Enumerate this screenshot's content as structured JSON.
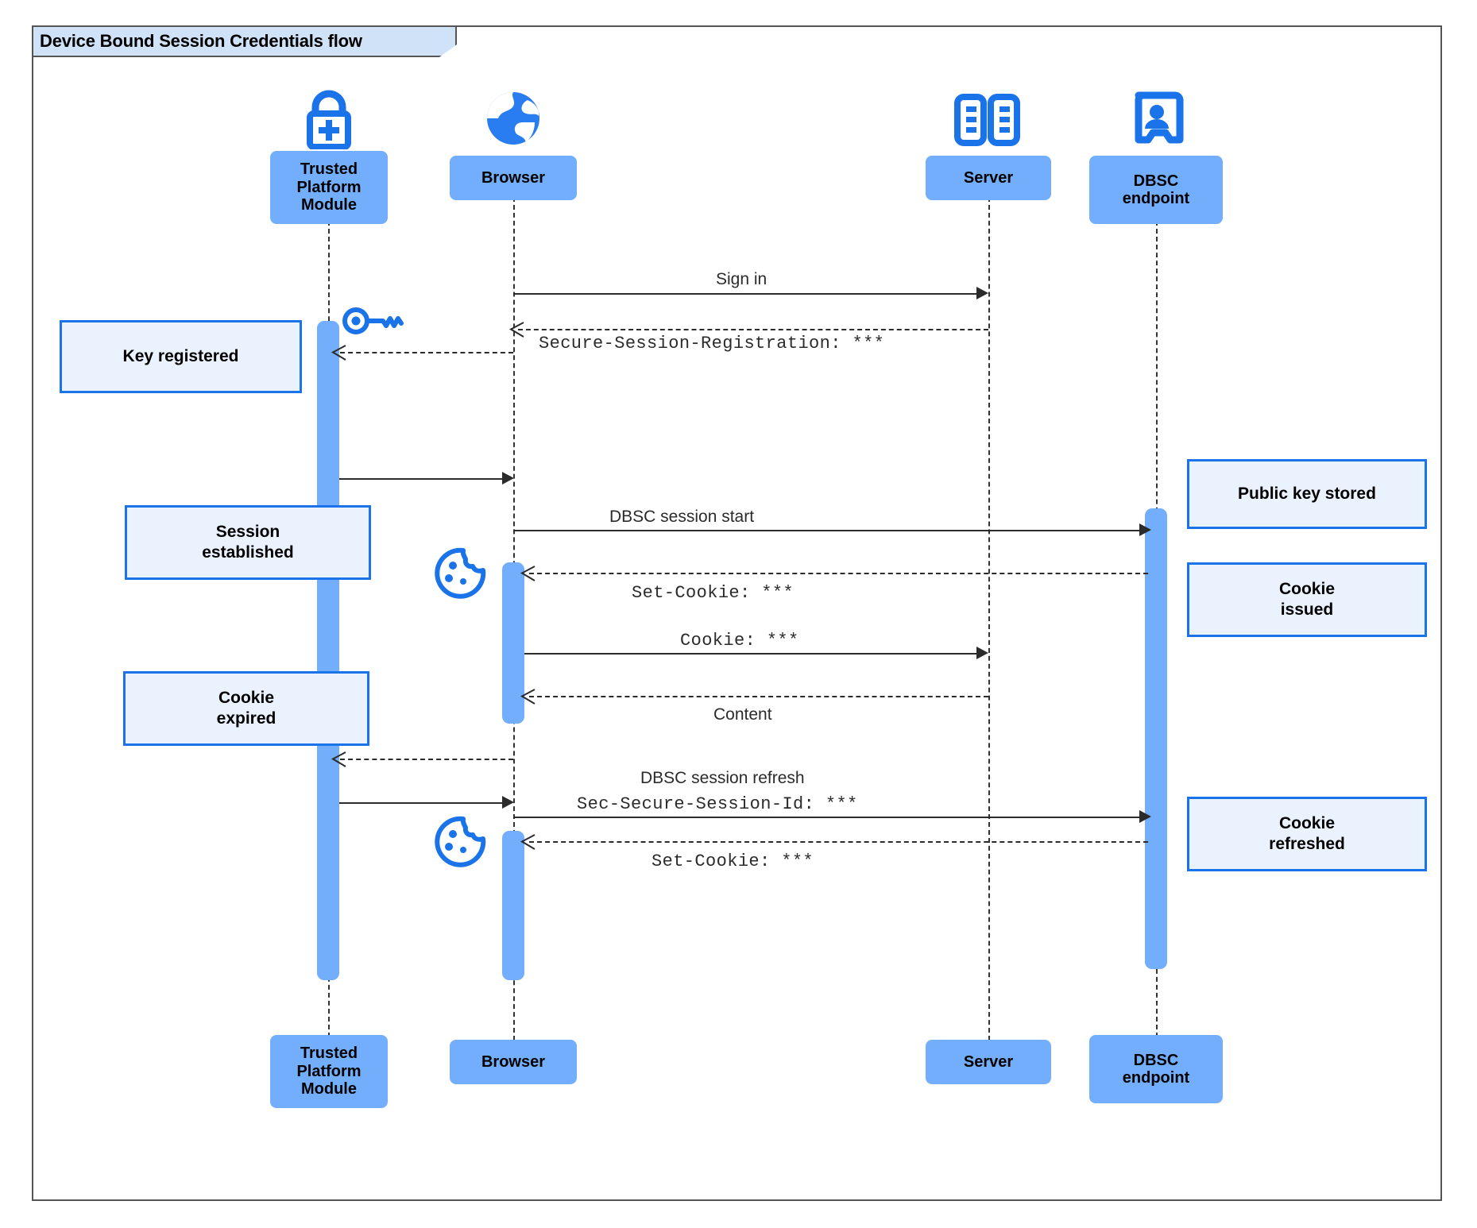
{
  "diagram": {
    "title": "Device Bound Session Credentials flow",
    "type": "uml-sequence-diagram",
    "accent_color": "#1a73e8",
    "participant_fill": "#73aefc",
    "note_fill": "#eaf2fe",
    "note_border": "#1a73e8",
    "frame_tab_fill": "#cfe2f7"
  },
  "participants": [
    {
      "id": "tpm",
      "label": "Trusted\nPlatform\nModule",
      "label_line1": "Trusted",
      "label_line2": "Platform",
      "label_line3": "Module",
      "icon": "lock-plus-icon"
    },
    {
      "id": "browser",
      "label": "Browser",
      "icon": "globe-icon"
    },
    {
      "id": "server",
      "label": "Server",
      "icon": "server-racks-icon"
    },
    {
      "id": "dbsc",
      "label": "DBSC\nendpoint",
      "label_line1": "DBSC",
      "label_line2": "endpoint",
      "icon": "id-badge-icon"
    }
  ],
  "messages": [
    {
      "id": "m1",
      "from": "browser",
      "to": "server",
      "label": "Sign in",
      "style": "solid",
      "font": "sans"
    },
    {
      "id": "m2",
      "from": "server",
      "to": "browser",
      "label": "Secure-Session-Registration: ***",
      "style": "dashed",
      "font": "mono"
    },
    {
      "id": "m3",
      "from": "browser",
      "to": "tpm",
      "label": "",
      "style": "dashed",
      "font": "mono"
    },
    {
      "id": "m4",
      "from": "tpm",
      "to": "browser",
      "label": "",
      "style": "solid",
      "font": "sans"
    },
    {
      "id": "m5",
      "from": "browser",
      "to": "dbsc",
      "label": "DBSC session start",
      "style": "solid",
      "font": "sans"
    },
    {
      "id": "m6",
      "from": "dbsc",
      "to": "browser",
      "label": "Set-Cookie: ***",
      "style": "dashed",
      "font": "mono"
    },
    {
      "id": "m7",
      "from": "browser",
      "to": "server",
      "label": "Cookie: ***",
      "style": "solid",
      "font": "mono"
    },
    {
      "id": "m8",
      "from": "server",
      "to": "browser",
      "label": "Content",
      "style": "dashed",
      "font": "sans"
    },
    {
      "id": "m9",
      "from": "browser",
      "to": "tpm",
      "label": "",
      "style": "dashed",
      "font": "mono"
    },
    {
      "id": "m10",
      "from": "tpm",
      "to": "browser",
      "label": "",
      "style": "solid",
      "font": "sans"
    },
    {
      "id": "m11",
      "from": "browser",
      "to": "dbsc",
      "label": "DBSC session refresh",
      "label2": "Sec-Secure-Session-Id: ***",
      "style": "solid",
      "font": "sans"
    },
    {
      "id": "m12",
      "from": "dbsc",
      "to": "browser",
      "label": "Set-Cookie: ***",
      "style": "dashed",
      "font": "mono"
    }
  ],
  "notes": [
    {
      "id": "n1",
      "text": "Key registered",
      "line1": "Key registered",
      "line2": "",
      "side": "left"
    },
    {
      "id": "n2",
      "text": "Session established",
      "line1": "Session",
      "line2": "established",
      "side": "left"
    },
    {
      "id": "n3",
      "text": "Cookie expired",
      "line1": "Cookie",
      "line2": "expired",
      "side": "left"
    },
    {
      "id": "n4",
      "text": "Public key stored",
      "line1": "Public key stored",
      "line2": "",
      "side": "right"
    },
    {
      "id": "n5",
      "text": "Cookie issued",
      "line1": "Cookie",
      "line2": "issued",
      "side": "right"
    },
    {
      "id": "n6",
      "text": "Cookie refreshed",
      "line1": "Cookie",
      "line2": "refreshed",
      "side": "right"
    }
  ],
  "inline_icons": [
    {
      "id": "i1",
      "name": "key-icon",
      "near": "tpm"
    },
    {
      "id": "i2",
      "name": "cookie-icon",
      "near": "browser"
    },
    {
      "id": "i3",
      "name": "cookie-icon",
      "near": "browser"
    }
  ]
}
